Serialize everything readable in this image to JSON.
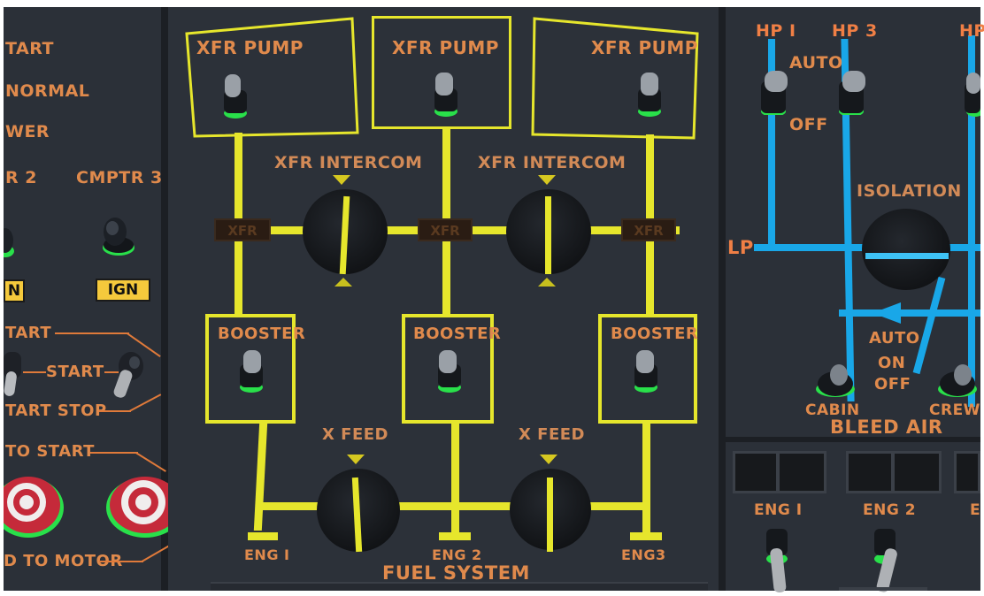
{
  "left_panel": {
    "start": "TART",
    "normal": "NORMAL",
    "power": "WER",
    "cmptr2": "R 2",
    "cmptr3": "CMPTR 3",
    "ign_left": "N",
    "ign_right": "IGN",
    "start_top": "TART",
    "start_mid": "START",
    "start_stop": "TART STOP",
    "auto_start": "TO START",
    "to_motor": "D TO MOTOR"
  },
  "fuel": {
    "xfr_pump_1": "XFR PUMP",
    "xfr_pump_2": "XFR PUMP",
    "xfr_pump_3": "XFR PUMP",
    "xfr_intercom_1": "XFR INTERCOM",
    "xfr_intercom_2": "XFR INTERCOM",
    "xfr_ind_1": "XFR",
    "xfr_ind_2": "XFR",
    "xfr_ind_3": "XFR",
    "booster_1": "BOOSTER",
    "booster_2": "BOOSTER",
    "booster_3": "BOOSTER",
    "x_feed_1": "X FEED",
    "x_feed_2": "X FEED",
    "eng1": "ENG I",
    "eng2": "ENG 2",
    "eng3": "ENG3",
    "title": "FUEL SYSTEM"
  },
  "bleed": {
    "hp1": "HP I",
    "hp3": "HP 3",
    "hp_cut": "HP",
    "auto_top": "AUTO",
    "off_top": "OFF",
    "isolation": "ISOLATION",
    "lp": "LP",
    "auto": "AUTO",
    "on": "ON",
    "off": "OFF",
    "cabin": "CABIN",
    "crew": "CREW",
    "title": "BLEED AIR"
  },
  "lower_right": {
    "eng1": "ENG I",
    "eng2": "ENG 2",
    "eng_cut": "E"
  },
  "colors": {
    "panel": "#2b3038",
    "fuel_line": "#e6e62c",
    "bleed_line": "#19a7e8",
    "label": "#e08a4c",
    "indicator_green": "#29e04a"
  }
}
